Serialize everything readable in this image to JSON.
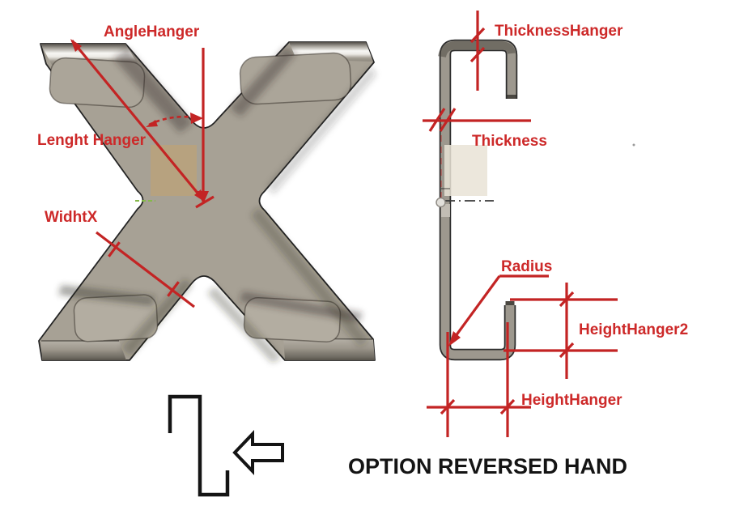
{
  "title": "Hanger part dimension diagram",
  "front_view": {
    "description": "3D X-shaped hanger part with dimension callouts",
    "labels": {
      "angle": "AngleHanger",
      "length": "Lenght Hanger",
      "width": "WidhtX"
    }
  },
  "side_view": {
    "description": "Hook profile side view with dimension callouts",
    "labels": {
      "thickness_hanger": "ThicknessHanger",
      "thickness": "Thickness",
      "radius": "Radius",
      "height_hanger2": "HeightHanger2",
      "height_hanger": "HeightHanger"
    }
  },
  "option_note": {
    "text": "OPTION REVERSED HAND"
  },
  "colors": {
    "annotation_red": "#c32424",
    "label_red": "#cd2929",
    "part_gray": "#a7a195",
    "part_outline": "#242424",
    "accent_tan": "#c8a46a",
    "accent_beige": "#e9e3d6",
    "sketch_black": "#141414",
    "green_dash": "#85b84a",
    "background": "#ffffff"
  }
}
